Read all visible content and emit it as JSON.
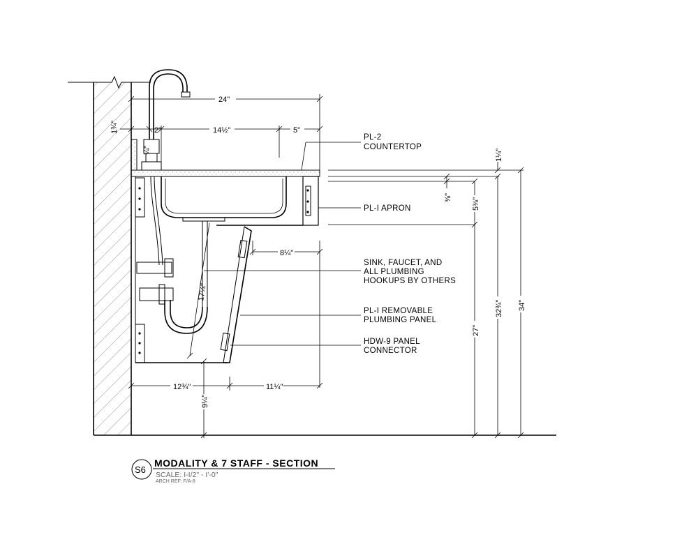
{
  "labels": {
    "countertop": [
      "PL-2",
      "COUNTERTOP"
    ],
    "apron": "PL-I APRON",
    "plumbing": [
      "SINK, FAUCET, AND",
      "ALL PLUMBING",
      "HOOKUPS BY OTHERS"
    ],
    "panel": [
      "PL-I REMOVABLE",
      "PLUMBING PANEL"
    ],
    "connector": [
      "HDW-9 PANEL",
      "CONNECTOR"
    ]
  },
  "dimensions": {
    "top_width": "24\"",
    "faucet_offset": "2\"",
    "sink_width": "14½\"",
    "back_offset": "5\"",
    "wall_gap": "1¾\"",
    "faucet_height": "¼\"",
    "counter_thickness": "1¼\"",
    "rim_drop": "⅜\"",
    "apron_height": "5⅜\"",
    "panel_offset": "8¼\"",
    "panel_length": "17¼\"",
    "knee_depth": "12¾\"",
    "toe_depth": "11¼\"",
    "knee_height": "9¼\"",
    "clear_height": "27\"",
    "under_rim": "32¾\"",
    "overall_height": "34\""
  },
  "title_block": {
    "tag": "S6",
    "title": "MODALITY & 7 STAFF - SECTION",
    "scale": "SCALE: I-I/2\" - I'-0\"",
    "arch_ref": "ARCH REF: F/A-8"
  }
}
